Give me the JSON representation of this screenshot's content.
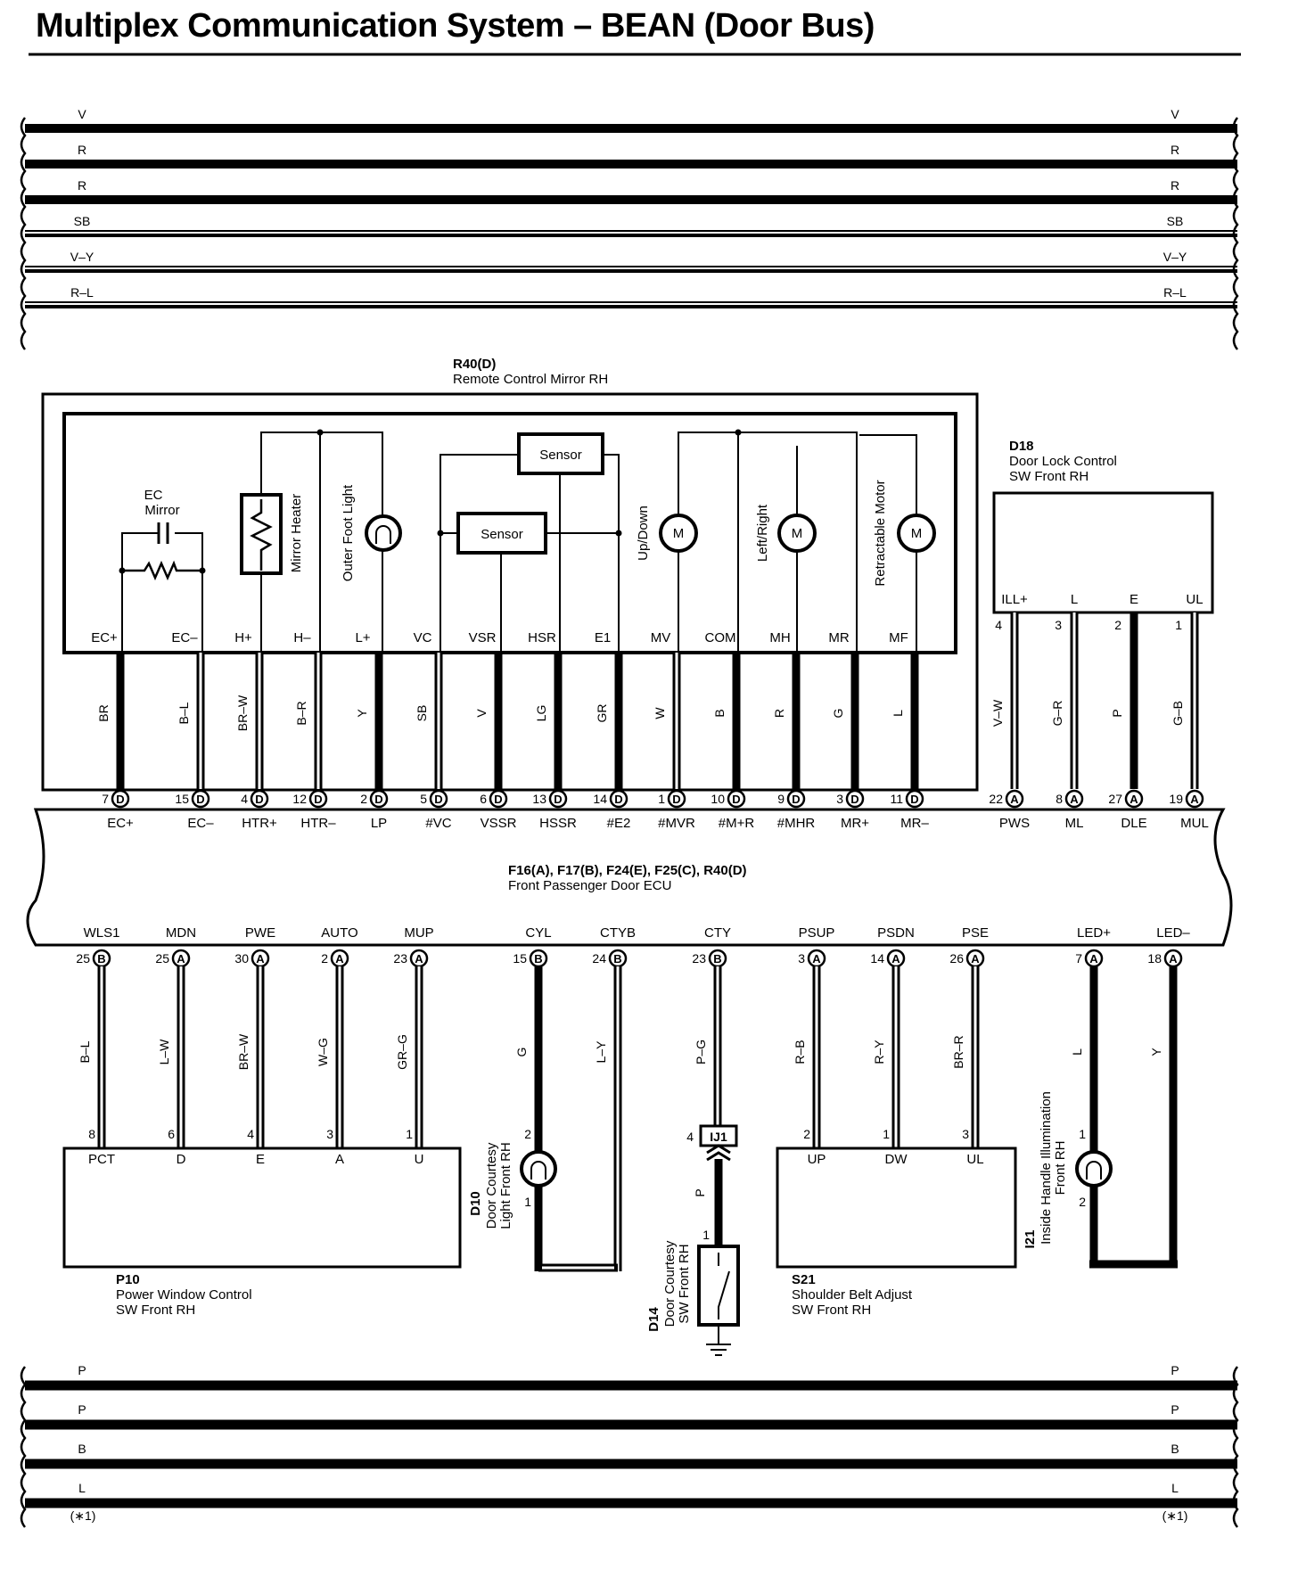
{
  "title": "Multiplex Communication System – BEAN (Door Bus)",
  "top_bus": [
    "V",
    "R",
    "R",
    "SB",
    "V–Y",
    "R–L"
  ],
  "bottom_bus": [
    "P",
    "P",
    "B",
    "L"
  ],
  "bottom_note": "(∗1)",
  "mirror": {
    "code": "R40(D)",
    "name": "Remote Control Mirror RH",
    "labels": {
      "ec_mirror": [
        "EC",
        "Mirror"
      ],
      "mirror_heater": "Mirror Heater",
      "outer_foot_light": "Outer Foot Light",
      "sensor": "Sensor",
      "up_down": "Up/Down",
      "left_right": "Left/Right",
      "retractable": "Retractable Motor",
      "motor": "M"
    },
    "pins": [
      {
        "pin": "EC+",
        "wire": "BR",
        "num": "7",
        "conn": "D",
        "ecu": "EC+",
        "thick": true
      },
      {
        "pin": "EC–",
        "wire": "B–L",
        "num": "15",
        "conn": "D",
        "ecu": "EC–",
        "thick": false
      },
      {
        "pin": "H+",
        "wire": "BR–W",
        "num": "4",
        "conn": "D",
        "ecu": "HTR+",
        "thick": false
      },
      {
        "pin": "H–",
        "wire": "B–R",
        "num": "12",
        "conn": "D",
        "ecu": "HTR–",
        "thick": false
      },
      {
        "pin": "L+",
        "wire": "Y",
        "num": "2",
        "conn": "D",
        "ecu": "LP",
        "thick": true
      },
      {
        "pin": "VC",
        "wire": "SB",
        "num": "5",
        "conn": "D",
        "ecu": "#VC",
        "thick": false
      },
      {
        "pin": "VSR",
        "wire": "V",
        "num": "6",
        "conn": "D",
        "ecu": "VSSR",
        "thick": true
      },
      {
        "pin": "HSR",
        "wire": "LG",
        "num": "13",
        "conn": "D",
        "ecu": "HSSR",
        "thick": true
      },
      {
        "pin": "E1",
        "wire": "GR",
        "num": "14",
        "conn": "D",
        "ecu": "#E2",
        "thick": true
      },
      {
        "pin": "MV",
        "wire": "W",
        "num": "1",
        "conn": "D",
        "ecu": "#MVR",
        "thick": false
      },
      {
        "pin": "COM",
        "wire": "B",
        "num": "10",
        "conn": "D",
        "ecu": "#M+R",
        "thick": true
      },
      {
        "pin": "MH",
        "wire": "R",
        "num": "9",
        "conn": "D",
        "ecu": "#MHR",
        "thick": true
      },
      {
        "pin": "MR",
        "wire": "G",
        "num": "3",
        "conn": "D",
        "ecu": "MR+",
        "thick": true
      },
      {
        "pin": "MF",
        "wire": "L",
        "num": "11",
        "conn": "D",
        "ecu": "MR–",
        "thick": true
      }
    ]
  },
  "doorlock": {
    "code": "D18",
    "name": [
      "Door Lock Control",
      "SW Front RH"
    ],
    "pins": [
      {
        "pin": "ILL+",
        "pinnum": "4",
        "wire": "V–W",
        "num": "22",
        "conn": "A",
        "ecu": "PWS",
        "thick": false
      },
      {
        "pin": "L",
        "pinnum": "3",
        "wire": "G–R",
        "num": "8",
        "conn": "A",
        "ecu": "ML",
        "thick": false
      },
      {
        "pin": "E",
        "pinnum": "2",
        "wire": "P",
        "num": "27",
        "conn": "A",
        "ecu": "DLE",
        "thick": true
      },
      {
        "pin": "UL",
        "pinnum": "1",
        "wire": "G–B",
        "num": "19",
        "conn": "A",
        "ecu": "MUL",
        "thick": false
      }
    ]
  },
  "ecu": {
    "code": "F16(A), F17(B), F24(E), F25(C), R40(D)",
    "name": "Front Passenger Door ECU",
    "bottom_pins": [
      {
        "ecu": "WLS1",
        "num": "25",
        "conn": "B",
        "wire": "B–L"
      },
      {
        "ecu": "MDN",
        "num": "25",
        "conn": "A",
        "wire": "L–W"
      },
      {
        "ecu": "PWE",
        "num": "30",
        "conn": "A",
        "wire": "BR–W"
      },
      {
        "ecu": "AUTO",
        "num": "2",
        "conn": "A",
        "wire": "W–G"
      },
      {
        "ecu": "MUP",
        "num": "23",
        "conn": "A",
        "wire": "GR–G"
      },
      {
        "ecu": "CYL",
        "num": "15",
        "conn": "B",
        "wire": "G"
      },
      {
        "ecu": "CTYB",
        "num": "24",
        "conn": "B",
        "wire": "L–Y"
      },
      {
        "ecu": "CTY",
        "num": "23",
        "conn": "B",
        "wire": "P–G"
      },
      {
        "ecu": "PSUP",
        "num": "3",
        "conn": "A",
        "wire": "R–B"
      },
      {
        "ecu": "PSDN",
        "num": "14",
        "conn": "A",
        "wire": "R–Y"
      },
      {
        "ecu": "PSE",
        "num": "26",
        "conn": "A",
        "wire": "BR–R"
      },
      {
        "ecu": "LED+",
        "num": "7",
        "conn": "A",
        "wire": "L"
      },
      {
        "ecu": "LED–",
        "num": "18",
        "conn": "A",
        "wire": "Y"
      }
    ]
  },
  "p10": {
    "code": "P10",
    "name": [
      "Power Window Control",
      "SW Front RH"
    ],
    "pins": [
      {
        "n": "8",
        "t": "PCT"
      },
      {
        "n": "6",
        "t": "D"
      },
      {
        "n": "4",
        "t": "E"
      },
      {
        "n": "3",
        "t": "A"
      },
      {
        "n": "1",
        "t": "U"
      }
    ]
  },
  "d10": {
    "code": "D10",
    "name": [
      "Door Courtesy",
      "Light Front RH"
    ],
    "pin_top": "2",
    "pin_bot": "1"
  },
  "ij1": {
    "code": "IJ1",
    "pin": "4",
    "wire": "P",
    "pin_sw": "1"
  },
  "d14": {
    "code": "D14",
    "name": [
      "Door Courtesy",
      "SW Front RH"
    ]
  },
  "s21": {
    "code": "S21",
    "name": [
      "Shoulder Belt Adjust",
      "SW Front RH"
    ],
    "pins": [
      {
        "n": "2",
        "t": "UP"
      },
      {
        "n": "1",
        "t": "DW"
      },
      {
        "n": "3",
        "t": "UL"
      }
    ]
  },
  "i21": {
    "code": "I21",
    "name": [
      "Inside Handle Illumination",
      "Front RH"
    ],
    "pin_top": "1",
    "pin_bot": "2"
  }
}
